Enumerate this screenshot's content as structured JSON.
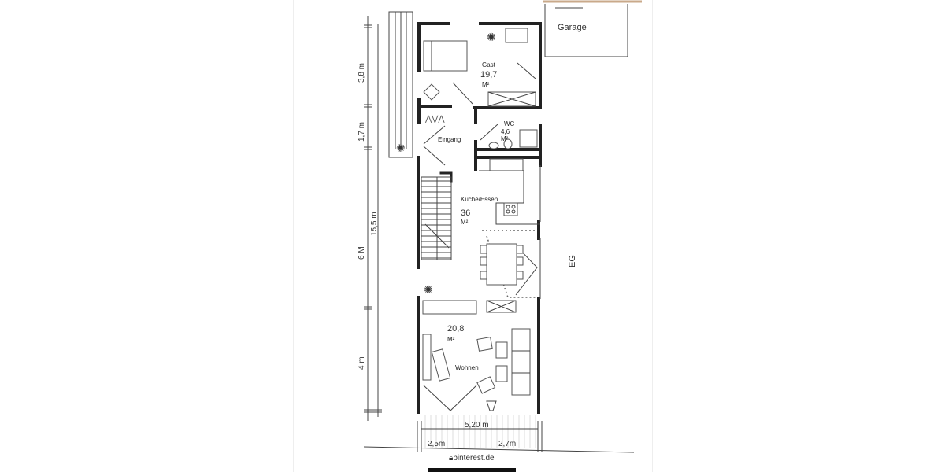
{
  "plan": {
    "floor": "EG",
    "rooms": [
      {
        "name": "Gast",
        "area": "19,7",
        "unit": "M²"
      },
      {
        "name": "WC",
        "area": "4,6",
        "unit": "M²"
      },
      {
        "name": "Eingang"
      },
      {
        "name": "Küche/Essen",
        "area": "36",
        "unit": "M²"
      },
      {
        "name": "Wohnen",
        "area": "20,8",
        "unit": "M²"
      },
      {
        "name": "Garage"
      }
    ],
    "dimensions_vertical": [
      "3,8 m",
      "1,7 m",
      "15,5 m",
      "6 M",
      "4 m"
    ],
    "dimensions_horizontal": [
      "5,20 m",
      "2,5m",
      "2,7m"
    ]
  },
  "source": "pinterest.de"
}
